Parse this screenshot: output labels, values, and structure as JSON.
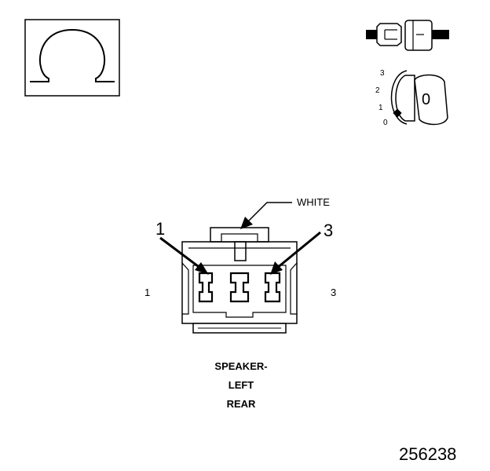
{
  "symbols": {
    "ohm_icon": "ohm-icon",
    "connector_icon": "separated-connector-icon",
    "ignition_icon": "ignition-key-icon"
  },
  "ignition": {
    "positions": [
      "3",
      "2",
      "1",
      "0"
    ],
    "key_label": "0"
  },
  "connector": {
    "color_label": "WHITE",
    "pin_callouts": [
      "1",
      "3"
    ],
    "pin_side_labels": [
      "1",
      "3"
    ]
  },
  "caption_lines": [
    "SPEAKER-",
    "LEFT",
    "REAR"
  ],
  "figure_number": "256238"
}
